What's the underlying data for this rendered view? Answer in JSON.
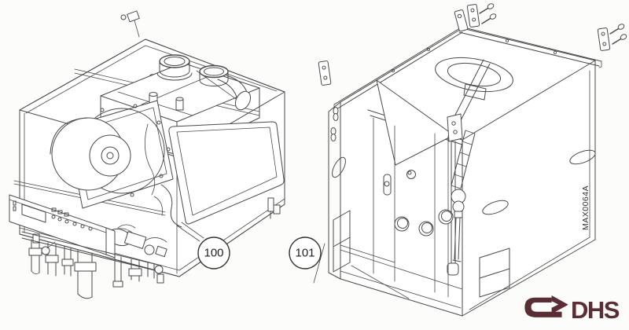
{
  "illustration": {
    "callouts": [
      {
        "label": "100"
      },
      {
        "label": "101"
      }
    ],
    "reference_code": "MAX0064A",
    "brand": {
      "logo_text": "DHS",
      "logo_color": "#5b2d34"
    }
  },
  "style": {
    "background": "#fcfcfa",
    "line_color": "#4a4a4a"
  }
}
